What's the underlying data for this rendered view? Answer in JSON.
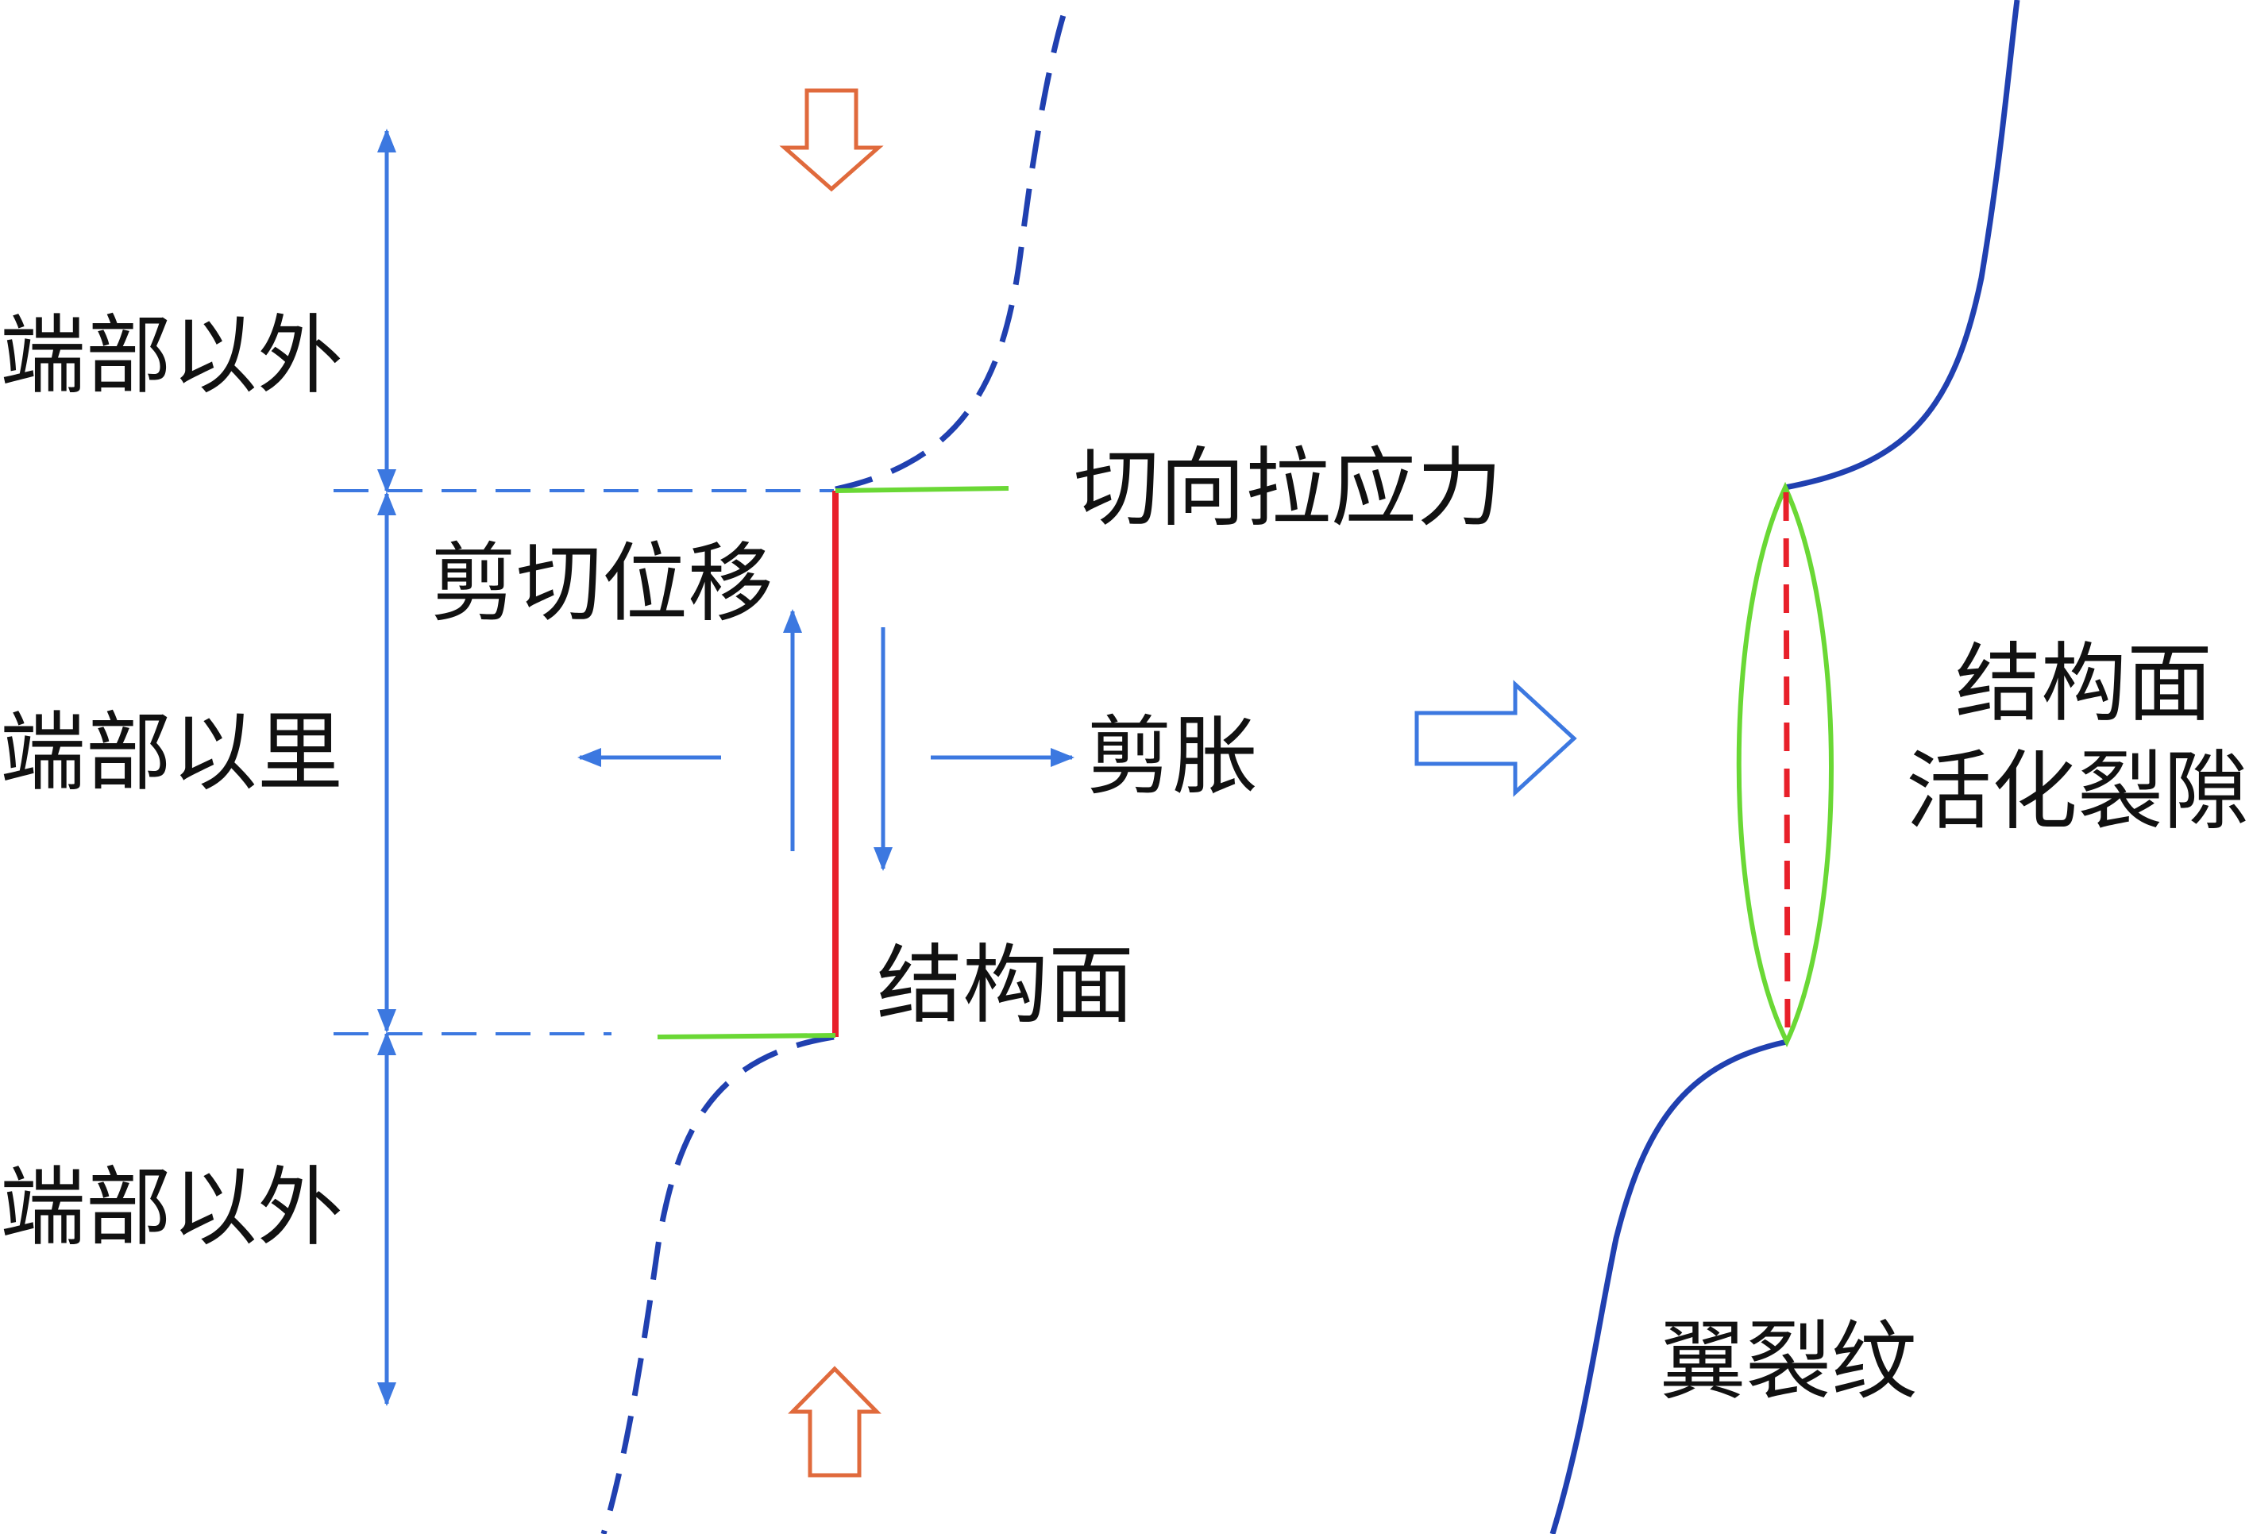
{
  "labels": {
    "outer_top": "端部以外",
    "inner": "端部以里",
    "outer_bottom": "端部以外",
    "shear_displacement": "剪切位移",
    "tangential_tension": "切向拉应力",
    "shear_dilation": "剪胀",
    "structural_plane_left": "结构面",
    "structural_plane_right_1": "结构面",
    "structural_plane_right_2": "活化裂隙",
    "wing_crack": "翼裂纹"
  },
  "colors": {
    "blue_arrow": "#3c78e0",
    "blue_crack": "#2040b0",
    "red_plane": "#e8202a",
    "green_tension": "#6ad835",
    "orange_load": "#e06a3c"
  },
  "icons": {
    "load_arrow_top": "hollow-arrow-down-icon",
    "load_arrow_bottom": "hollow-arrow-up-icon",
    "transition_arrow": "hollow-arrow-right-icon"
  }
}
